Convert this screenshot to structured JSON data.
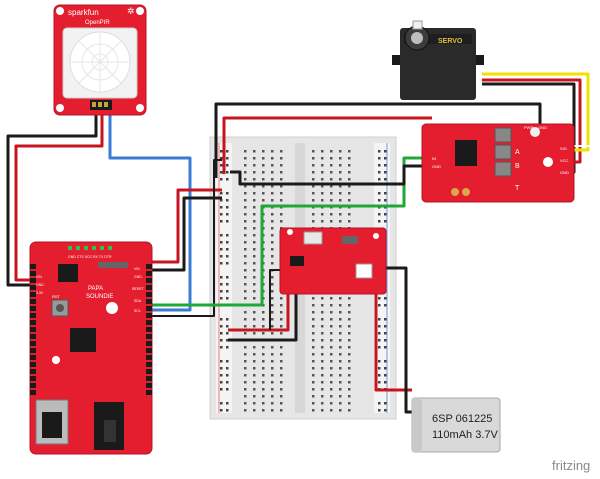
{
  "pir_board": {
    "brand": "sparkfun",
    "label": "OpenPIR"
  },
  "servo": {
    "label": "SERVO"
  },
  "motor_driver": {
    "pins_left": [
      "PWR",
      "GND"
    ],
    "pins_right": [
      "SIG",
      "VCC",
      "GND"
    ],
    "markings": [
      "A",
      "B",
      "T"
    ],
    "input_pins": [
      "IN",
      "GND"
    ]
  },
  "sound_board": {
    "name_line1": "PAPA",
    "name_line2": "SOUNDIE",
    "header_labels": "GND CTS VCC RX TX DTR",
    "left_pins": [
      "VIN",
      "GND",
      "3.3V"
    ],
    "right_pins": [
      "VIN",
      "GND",
      "RESET",
      "SDA",
      "SCL"
    ],
    "chip_label": "RST"
  },
  "battery": {
    "line1": "6SP 061225",
    "line2": "110mAh 3.7V"
  },
  "footer": {
    "watermark": "fritzing"
  },
  "colors": {
    "board_red": "#e41d2f",
    "wire_red": "#c8141e",
    "wire_black": "#1a1a1a",
    "wire_blue": "#3a7bd5",
    "wire_green": "#1fa838",
    "wire_yellow": "#f2e000",
    "wire_white": "#ffffff",
    "breadboard": "#e6e6e6"
  }
}
